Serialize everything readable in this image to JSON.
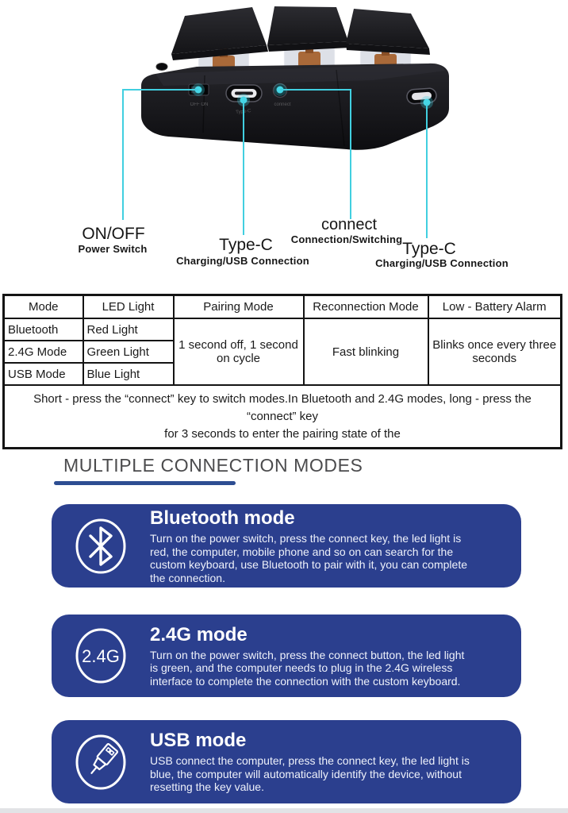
{
  "device_labels": {
    "power": {
      "title": "ON/OFF",
      "subtitle": "Power Switch"
    },
    "typec_left": {
      "title": "Type-C",
      "subtitle": "Charging/USB Connection"
    },
    "connect": {
      "title": "connect",
      "subtitle": "Connection/Switching"
    },
    "typec_right": {
      "title": "Type-C",
      "subtitle": "Charging/USB Connection"
    }
  },
  "table": {
    "headers": [
      "Mode",
      "LED Light",
      "Pairing Mode",
      "Reconnection Mode",
      "Low - Battery Alarm"
    ],
    "rows": [
      [
        "Bluetooth",
        "Red Light"
      ],
      [
        "2.4G Mode",
        "Green Light"
      ],
      [
        "USB Mode",
        "Blue Light"
      ]
    ],
    "pairing_mode": "1 second off, 1 second on cycle",
    "reconnection_mode": "Fast blinking",
    "low_battery_alarm": "Blinks once every three seconds",
    "footnote_lines": [
      "Short - press the “connect” key to switch modes.In Bluetooth and 2.4G modes, long - press the “connect” key",
      "for 3 seconds to enter the pairing state of the"
    ]
  },
  "section": {
    "heading": "MULTIPLE CONNECTION MODES"
  },
  "cards": [
    {
      "icon": "bluetooth-icon",
      "title": "Bluetooth mode",
      "body": [
        "Turn on the power switch, press the connect key, the led light is",
        "red, the computer, mobile phone and so on can search for the",
        "custom keyboard, use Bluetooth to pair with it, you can complete",
        "the connection."
      ]
    },
    {
      "icon": "2.4g-badge",
      "badge": "2.4G",
      "title": "2.4G mode",
      "body": [
        "Turn on the power switch, press the connect button, the led light",
        "is green, and the computer needs to plug in the 2.4G wireless",
        "interface to complete the connection with the custom keyboard."
      ]
    },
    {
      "icon": "usb-plug-icon",
      "title": "USB mode",
      "body": [
        "USB connect the computer, press the connect key, the led light is",
        "blue, the computer will automatically identify the device, without",
        "resetting the key value."
      ]
    }
  ],
  "colors": {
    "accent_cyan": "#41cfe0",
    "card_blue": "#2b3f8e",
    "underline_blue": "#2d4d92",
    "heading_gray": "#4b4b4d"
  }
}
